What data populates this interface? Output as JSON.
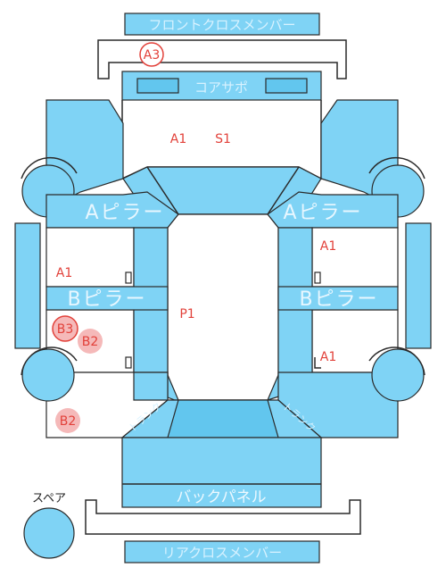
{
  "labels": {
    "front_cross_member": "フロントクロスメンバー",
    "core_support": "コアサポ",
    "a_pillar_left": "Aピラー",
    "a_pillar_right": "Aピラー",
    "b_pillar_left": "Bピラー",
    "b_pillar_right": "Bピラー",
    "back_panel": "バックパネル",
    "rear_cross_member": "リアクロスメンバー",
    "spare": "スペア",
    "trunk_left": "トランク",
    "trunk_right": "トランク"
  },
  "marks": {
    "a3": "A3",
    "a1_top": "A1",
    "s1": "S1",
    "a1_right_upper": "A1",
    "a1_left": "A1",
    "p1": "P1",
    "b3": "B3",
    "b2_left": "B2",
    "a1_right_lower": "A1",
    "b2_bottom": "B2"
  },
  "colors": {
    "part_fill": "#7fd3f5",
    "mark_red": "#e2413a",
    "badge_pink": "#f5b9b9"
  }
}
